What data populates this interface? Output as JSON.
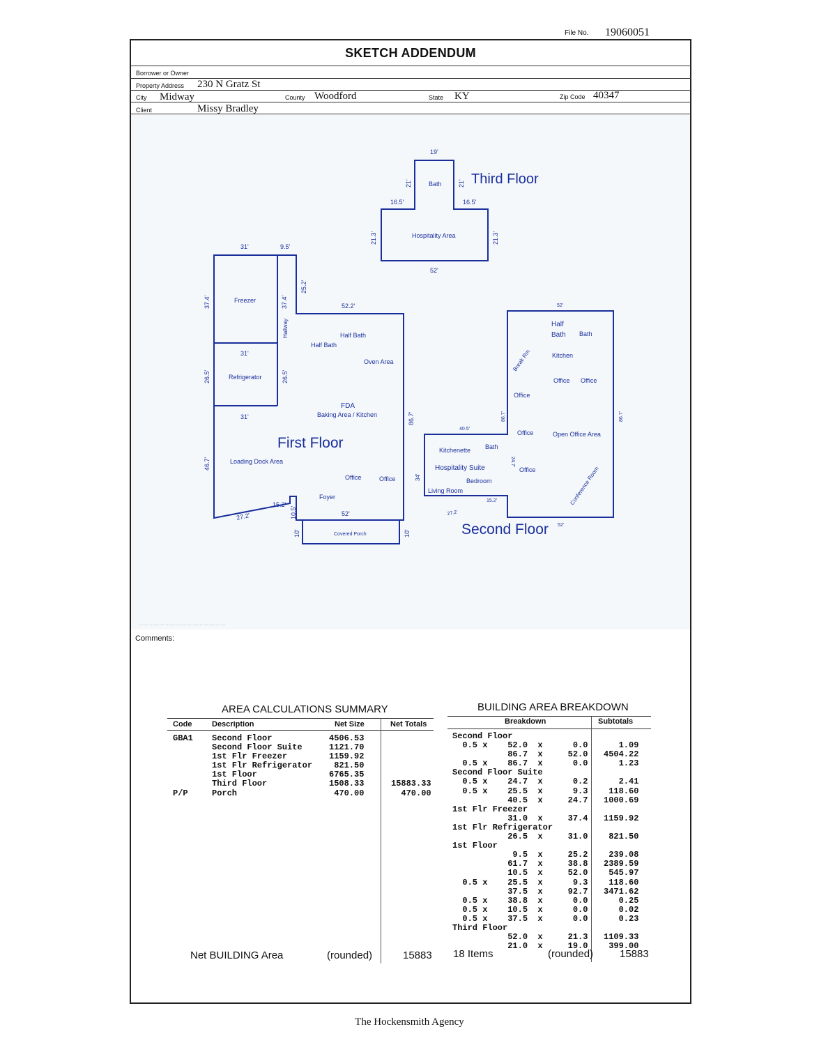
{
  "file_no_label": "File No.",
  "file_no": "19060051",
  "title": "SKETCH ADDENDUM",
  "header": {
    "borrower_label": "Borrower or Owner",
    "borrower_value": "",
    "property_label": "Property Address",
    "property_value": "230 N Gratz St",
    "city_label": "City",
    "city_value": "Midway",
    "county_label": "County",
    "county_value": "Woodford",
    "state_label": "State",
    "state_value": "KY",
    "zip_label": "Zip Code",
    "zip_value": "40347",
    "client_label": "Client",
    "client_value": "Missy Bradley"
  },
  "sketch": {
    "third_floor": {
      "title": "Third Floor",
      "rooms": [
        "Bath",
        "Hospitality Area"
      ],
      "dims": [
        "19'",
        "21'",
        "21'",
        "16.5'",
        "16.5'",
        "21.3'",
        "21.3'",
        "52'"
      ]
    },
    "first_floor": {
      "title": "First Floor",
      "rooms": [
        "Freezer",
        "Hallway",
        "Refrigerator",
        "Half Bath",
        "Half Bath",
        "Oven Area",
        "FDA",
        "Baking Area / Kitchen",
        "Loading Dock Area",
        "Office",
        "Office",
        "Foyer",
        "Covered Porch"
      ],
      "dims": [
        "31'",
        "9.5'",
        "37.4'",
        "37.4'",
        "25.2'",
        "52.2'",
        "31'",
        "26.5'",
        "26.5'",
        "31'",
        "86.7'",
        "46.7'",
        "15.2'",
        "10.5'",
        "27.2'",
        "52'",
        "10'",
        "10'"
      ]
    },
    "second_floor": {
      "title": "Second Floor",
      "rooms": [
        "Half",
        "Bath",
        "Bath",
        "Break Rm",
        "Kitchen",
        "Office",
        "Office",
        "Office",
        "Office",
        "Open Office Area",
        "Office",
        "Conference Room",
        "Kitchenette",
        "Bath",
        "Hospitality Suite",
        "Bedroom",
        "Living Room"
      ],
      "dims": [
        "52'",
        "86.7'",
        "86.7'",
        "40.5'",
        "24.7'",
        "34'",
        "15.2'",
        "27.2'",
        "52'"
      ]
    }
  },
  "comments_label": "Comments:",
  "area_summary": {
    "title": "AREA CALCULATIONS SUMMARY",
    "headers": [
      "Code",
      "Description",
      "Net Size",
      "Net Totals"
    ],
    "codes": "GBA1\n\n\n\n\n\nP/P",
    "descriptions": "Second Floor\nSecond Floor Suite\n1st Flr Freezer\n1st Flr Refrigerator\n1st Floor\nThird Floor\nPorch",
    "sizes": "4506.53\n1121.70\n1159.92\n 821.50\n6765.35\n1508.33\n 470.00",
    "totals": "\n\n\n\n\n15883.33\n  470.00",
    "footer_label": "Net BUILDING Area",
    "footer_rounded": "(rounded)",
    "footer_value": "15883"
  },
  "breakdown": {
    "title": "BUILDING AREA BREAKDOWN",
    "headers": [
      "Breakdown",
      "Subtotals"
    ],
    "lines": "Second Floor\n  0.5 x    52.0  x      0.0\n           86.7  x     52.0\n  0.5 x    86.7  x      0.0\nSecond Floor Suite\n  0.5 x    24.7  x      0.2\n  0.5 x    25.5  x      9.3\n           40.5  x     24.7\n1st Flr Freezer\n           31.0  x     37.4\n1st Flr Refrigerator\n           26.5  x     31.0\n1st Floor\n            9.5  x     25.2\n           61.7  x     38.8\n           10.5  x     52.0\n  0.5 x    25.5  x      9.3\n           37.5  x     92.7\n  0.5 x    38.8  x      0.0\n  0.5 x    10.5  x      0.0\n  0.5 x    37.5  x      0.0\nThird Floor\n           52.0  x     21.3\n           21.0  x     19.0",
    "subtotals": "\n   1.09\n4504.22\n   1.23\n\n   2.41\n 118.60\n1000.69\n\n1159.92\n\n 821.50\n\n 239.08\n2389.59\n 545.97\n 118.60\n3471.62\n   0.25\n   0.02\n   0.23\n\n1109.33\n 399.00",
    "footer_items": "18 Items",
    "footer_rounded": "(rounded)",
    "footer_value": "15883"
  },
  "agency": "The Hockensmith Agency",
  "colors": {
    "sketch_blue": "#1a2f9c",
    "sketch_bg": "#f5f8fb"
  }
}
